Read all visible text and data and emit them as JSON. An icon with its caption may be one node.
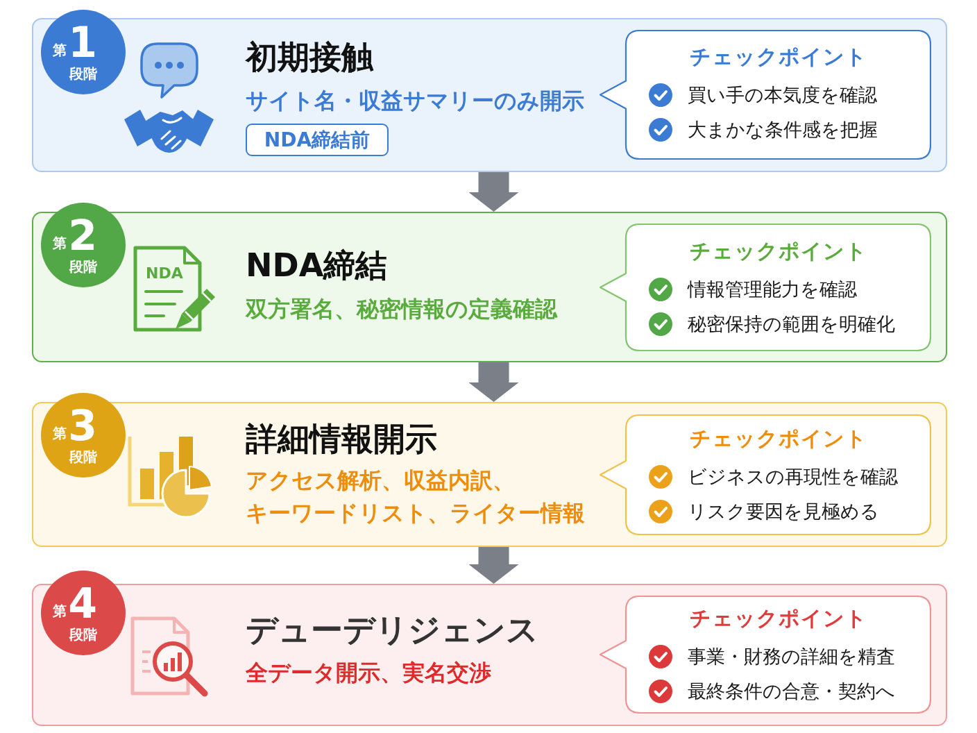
{
  "diagram": {
    "nodes": [
      {
        "text": [
          "第",
          "1",
          "段階"
        ]
      },
      {
        "text": [
          "初期接触",
          "サイト名・収益サマリーのみ開示"
        ]
      },
      {
        "text": [
          "NDA締結前"
        ],
        "in": 1
      },
      {
        "text": [
          "チェックポイント",
          "買い手の本気度を確認",
          "大まかな条件感を把握"
        ],
        "in": 1
      },
      {
        "text": [
          "第",
          "2",
          "段階"
        ]
      },
      {
        "text": [
          "NDA締結",
          "双方署名、秘密情報の定義確認"
        ]
      },
      {
        "text": [
          "チェックポイント",
          "情報管理能力を確認",
          "秘密保持の範囲を明確化"
        ],
        "in": 5
      },
      {
        "text": [
          "第",
          "3",
          "段階"
        ]
      },
      {
        "text": [
          "詳細情報開示",
          "アクセス解析、収益内訳、キーワードリスト、ライター情報"
        ]
      },
      {
        "text": [
          "チェックポイント",
          "ビジネスの再現性を確認",
          "リスク要因を見極める"
        ],
        "in": 8
      },
      {
        "text": [
          "第",
          "4",
          "段階"
        ]
      },
      {
        "text": [
          "デューデリジェンス",
          "全データ開示、実名交渉"
        ]
      },
      {
        "text": [
          "チェックポイント",
          "事業・財務の詳細を精査",
          "最終条件の合意・契約へ"
        ],
        "in": 11
      }
    ],
    "edges": [
      {
        "from": 1,
        "to": 5,
        "arrow": "to"
      },
      {
        "from": 5,
        "to": 8,
        "arrow": "to"
      },
      {
        "from": 8,
        "to": 11,
        "arrow": "to"
      }
    ],
    "labels": [
      "NDA"
    ]
  }
}
